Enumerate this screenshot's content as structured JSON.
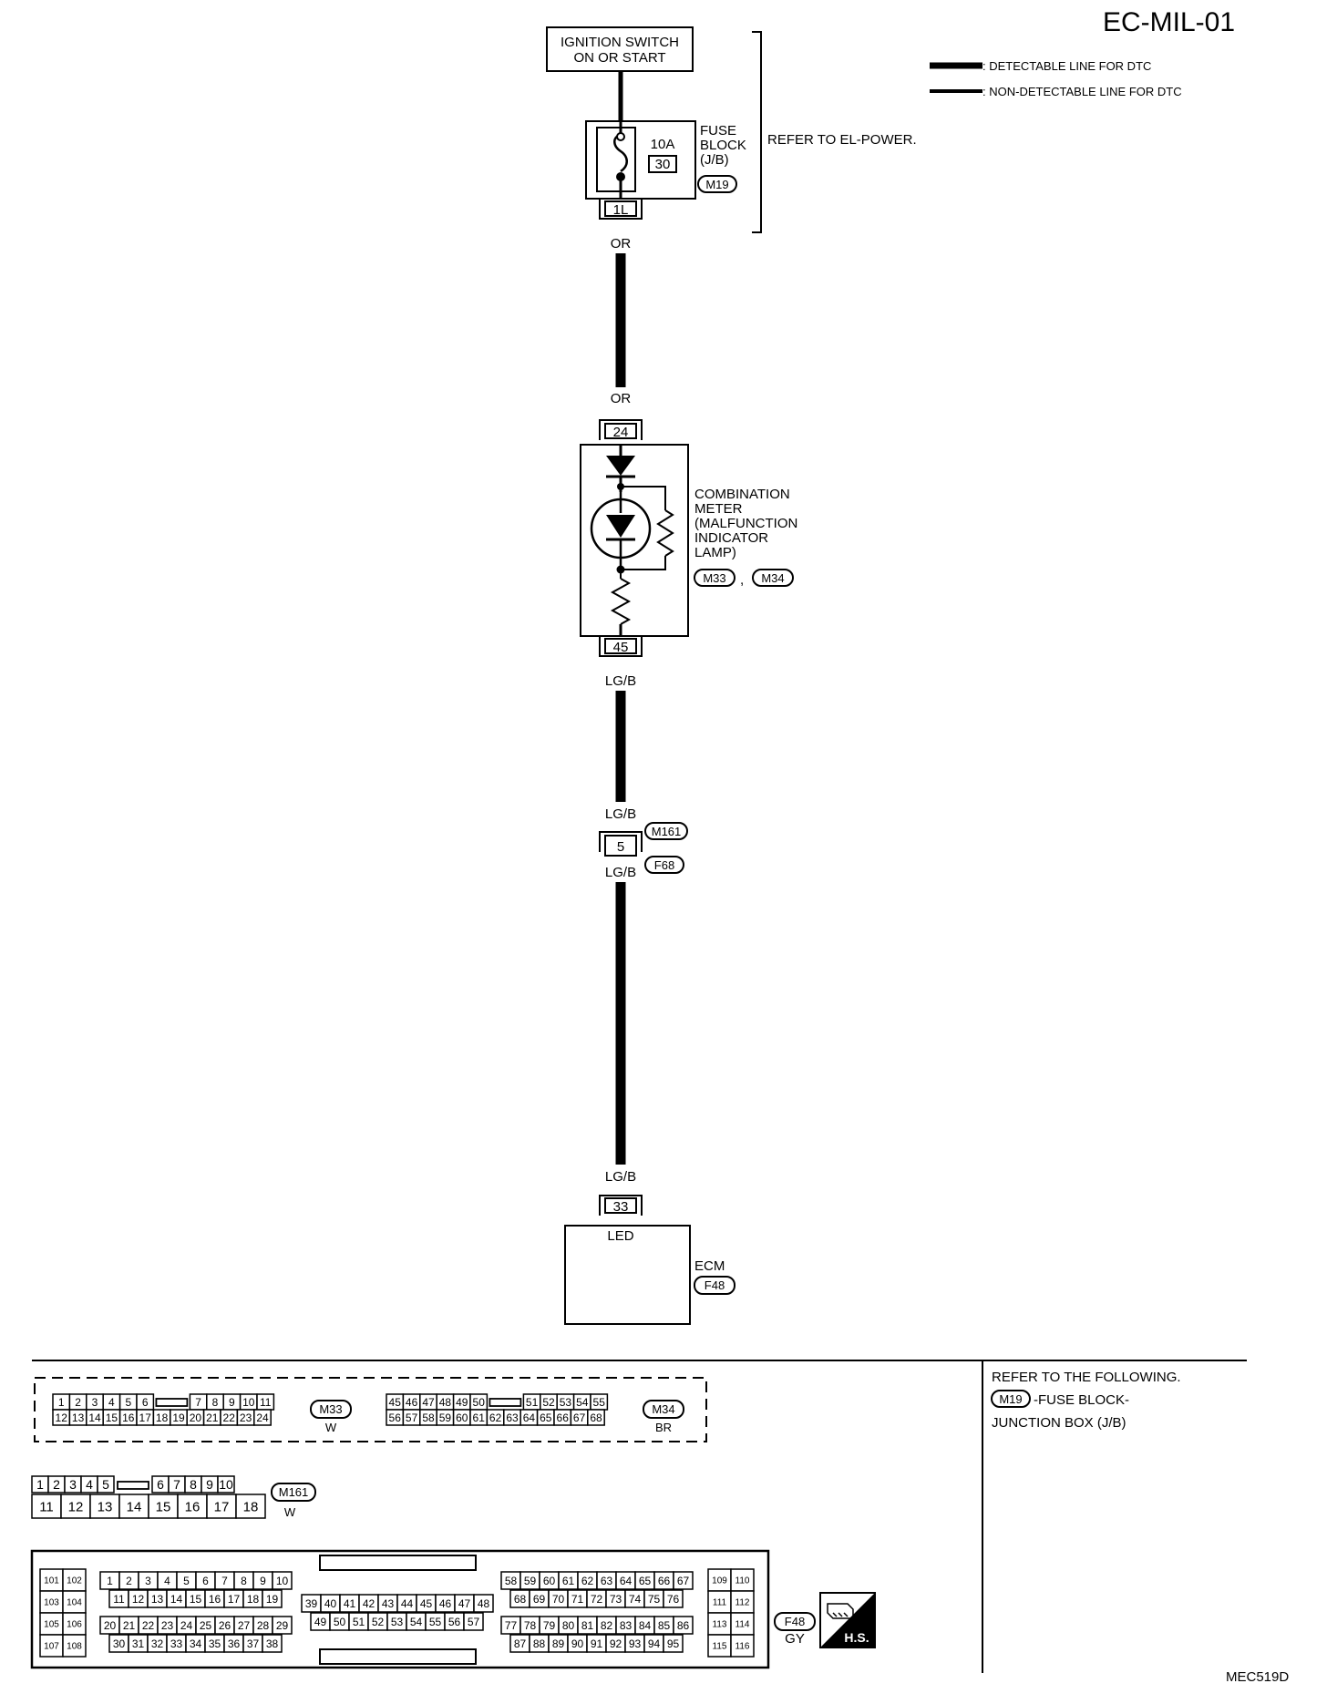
{
  "title": "EC-MIL-01",
  "figure_code": "MEC519D",
  "legend": {
    "detectable": ": DETECTABLE LINE FOR DTC",
    "non_detectable": ": NON-DETECTABLE LINE FOR DTC"
  },
  "ignition_switch": {
    "line1": "IGNITION SWITCH",
    "line2": "ON OR START"
  },
  "fuse_block": {
    "line1": "FUSE",
    "line2": "BLOCK",
    "line3": "(J/B)",
    "amp": "10A",
    "fuse_no": "30",
    "connector": "M19",
    "pin": "1L",
    "refer": "REFER TO EL-POWER."
  },
  "wires": {
    "or_top": "OR",
    "or_bottom": "OR",
    "lgb_1": "LG/B",
    "lgb_2": "LG/B",
    "lgb_3": "LG/B",
    "lgb_4": "LG/B"
  },
  "combination_meter": {
    "line1": "COMBINATION",
    "line2": "METER",
    "line3": "(MALFUNCTION",
    "line4": "INDICATOR",
    "line5": "LAMP)",
    "conn_a": "M33",
    "sep": ",",
    "conn_b": "M34",
    "pin_top": "24",
    "pin_bottom": "45"
  },
  "joint": {
    "pin": "5",
    "conn_top": "M161",
    "conn_bottom": "F68"
  },
  "ecm": {
    "label": "ECM",
    "connector": "F48",
    "pin": "33",
    "pin_label": "LED"
  },
  "refer_box": {
    "line1": "REFER TO THE FOLLOWING.",
    "conn": "M19",
    "line2": "-FUSE BLOCK-",
    "line3": "JUNCTION BOX (J/B)"
  },
  "connectors": {
    "m33": {
      "name": "M33",
      "color": "W",
      "row1a": [
        "1",
        "2",
        "3",
        "4",
        "5",
        "6"
      ],
      "row1b": [
        "7",
        "8",
        "9",
        "10",
        "11"
      ],
      "row2": [
        "12",
        "13",
        "14",
        "15",
        "16",
        "17",
        "18",
        "19",
        "20",
        "21",
        "22",
        "23",
        "24"
      ]
    },
    "m34": {
      "name": "M34",
      "color": "BR",
      "row1a": [
        "45",
        "46",
        "47",
        "48",
        "49",
        "50"
      ],
      "row1b": [
        "51",
        "52",
        "53",
        "54",
        "55"
      ],
      "row2": [
        "56",
        "57",
        "58",
        "59",
        "60",
        "61",
        "62",
        "63",
        "64",
        "65",
        "66",
        "67",
        "68"
      ]
    },
    "m161": {
      "name": "M161",
      "color": "W",
      "row1a": [
        "1",
        "2",
        "3",
        "4",
        "5"
      ],
      "row1b": [
        "6",
        "7",
        "8",
        "9",
        "10"
      ],
      "row2": [
        "11",
        "12",
        "13",
        "14",
        "15",
        "16",
        "17",
        "18"
      ]
    },
    "f48": {
      "name": "F48",
      "color": "GY",
      "hs": "H.S.",
      "left": [
        [
          "101",
          "102"
        ],
        [
          "103",
          "104"
        ],
        [
          "105",
          "106"
        ],
        [
          "107",
          "108"
        ]
      ],
      "right": [
        [
          "109",
          "110"
        ],
        [
          "111",
          "112"
        ],
        [
          "113",
          "114"
        ],
        [
          "115",
          "116"
        ]
      ],
      "b1r1": [
        "1",
        "2",
        "3",
        "4",
        "5",
        "6",
        "7",
        "8",
        "9",
        "10"
      ],
      "b1r2": [
        "11",
        "12",
        "13",
        "14",
        "15",
        "16",
        "17",
        "18",
        "19"
      ],
      "b1r3": [
        "20",
        "21",
        "22",
        "23",
        "24",
        "25",
        "26",
        "27",
        "28",
        "29"
      ],
      "b1r4": [
        "30",
        "31",
        "32",
        "33",
        "34",
        "35",
        "36",
        "37",
        "38"
      ],
      "b2r1": [
        "39",
        "40",
        "41",
        "42",
        "43",
        "44",
        "45",
        "46",
        "47",
        "48"
      ],
      "b2r2": [
        "49",
        "50",
        "51",
        "52",
        "53",
        "54",
        "55",
        "56",
        "57"
      ],
      "b3r1": [
        "58",
        "59",
        "60",
        "61",
        "62",
        "63",
        "64",
        "65",
        "66",
        "67"
      ],
      "b3r2": [
        "68",
        "69",
        "70",
        "71",
        "72",
        "73",
        "74",
        "75",
        "76"
      ],
      "b3r3": [
        "77",
        "78",
        "79",
        "80",
        "81",
        "82",
        "83",
        "84",
        "85",
        "86"
      ],
      "b3r4": [
        "87",
        "88",
        "89",
        "90",
        "91",
        "92",
        "93",
        "94",
        "95"
      ]
    }
  }
}
